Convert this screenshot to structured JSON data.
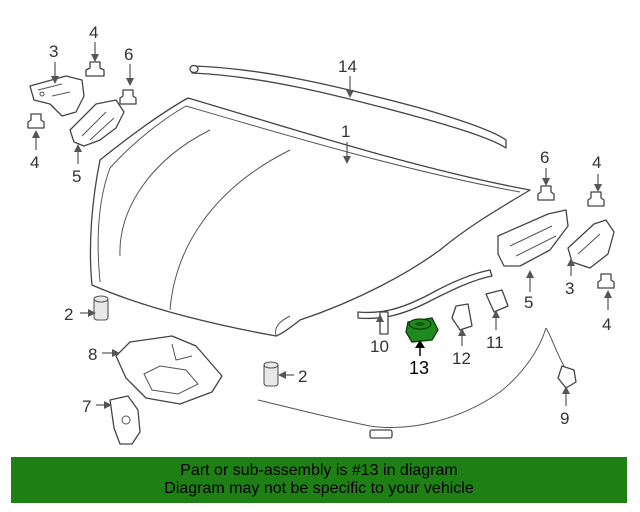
{
  "callouts": {
    "p1": "1",
    "p2a": "2",
    "p2b": "2",
    "p3a": "3",
    "p3b": "3",
    "p4a": "4",
    "p4b": "4",
    "p4c": "4",
    "p4d": "4",
    "p5a": "5",
    "p5b": "5",
    "p6a": "6",
    "p6b": "6",
    "p7": "7",
    "p8": "8",
    "p9": "9",
    "p10": "10",
    "p11": "11",
    "p12": "12",
    "p13": "13",
    "p14": "14"
  },
  "highlighted_part": "13",
  "colors": {
    "highlight": "#1e8a1e",
    "banner": "#1e7f14",
    "line": "#444444"
  },
  "banner": {
    "line1": "Part or sub-assembly is #13 in diagram",
    "line2": "Diagram may not be specific to your vehicle"
  }
}
